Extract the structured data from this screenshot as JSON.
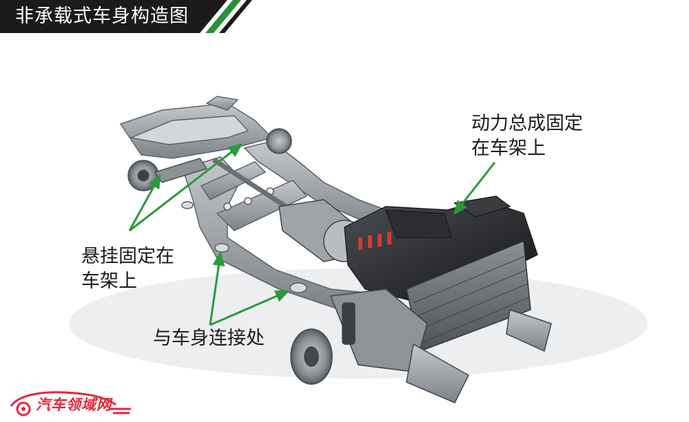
{
  "header": {
    "title": "非承载式车身构造图"
  },
  "annotations": {
    "power": [
      "动力总成固定",
      "在车架上"
    ],
    "suspension": [
      "悬挂固定在",
      "车架上"
    ],
    "body_connection": "与车身连接处"
  },
  "watermark": {
    "text": "汽车领域网"
  },
  "colors": {
    "title_bg": "#1b1b1b",
    "title_stripe": "#2a8f3a",
    "arrow": "#2a9a3a",
    "frame": "#9a9ea3",
    "watermark": "#e8253a"
  }
}
